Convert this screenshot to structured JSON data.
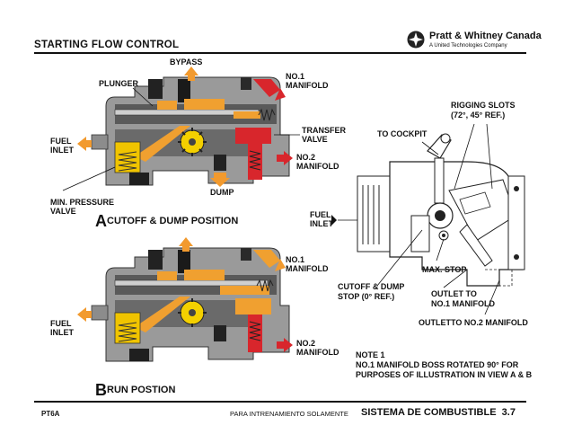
{
  "header": {
    "title": "STARTING FLOW CONTROL",
    "brand": "Pratt & Whitney Canada",
    "brand_sub": "A United Technologies Company"
  },
  "view_a": {
    "letter": "A",
    "caption": "CUTOFF & DUMP POSITION",
    "labels": {
      "bypass": "BYPASS",
      "plunger": "PLUNGER",
      "no1_line1": "NO.1",
      "no1_line2": "MANIFOLD",
      "transfer_line1": "TRANSFER",
      "transfer_line2": "VALVE",
      "no2_line1": "NO.2",
      "no2_line2": "MANIFOLD",
      "fuel_line1": "FUEL",
      "fuel_line2": "INLET",
      "dump": "DUMP",
      "minp_line1": "MIN. PRESSURE",
      "minp_line2": "VALVE"
    }
  },
  "view_b": {
    "letter": "B",
    "caption": "RUN POSTION",
    "labels": {
      "no1_line1": "NO.1",
      "no1_line2": "MANIFOLD",
      "fuel_line1": "FUEL",
      "fuel_line2": "INLET",
      "no2_line1": "NO.2",
      "no2_line2": "MANIFOLD"
    }
  },
  "right_view": {
    "rigging_line1": "RIGGING SLOTS",
    "rigging_line2": "(72°, 45° REF.)",
    "to_cockpit": "TO COCKPIT",
    "fuel_line1": "FUEL",
    "fuel_line2": "INLET",
    "max_stop": "MAX. STOP",
    "cutoff_line1": "CUTOFF & DUMP",
    "cutoff_line2": "STOP (0° REF.)",
    "outlet1_line1": "OUTLET TO",
    "outlet1_line2": "NO.1 MANIFOLD",
    "outlet2": "OUTLETTO NO.2 MANIFOLD"
  },
  "note": {
    "line1": "NOTE 1",
    "line2": "NO.1 MANIFOLD BOSS ROTATED 90° FOR",
    "line3": "PURPOSES OF ILLUSTRATION IN VIEW A & B"
  },
  "footer": {
    "left": "PT6A",
    "center": "PARA INTRENAMIENTO SOLAMENTE",
    "right": "SISTEMA DE COMBUSTIBLE  3.7"
  },
  "colors": {
    "body": "#9a9a9a",
    "dark": "#444444",
    "fuel_orange": "#f0a030",
    "fuel_red": "#d8262c",
    "gear_yellow": "#f4d000",
    "arrow_orange": "#f29a2e"
  }
}
